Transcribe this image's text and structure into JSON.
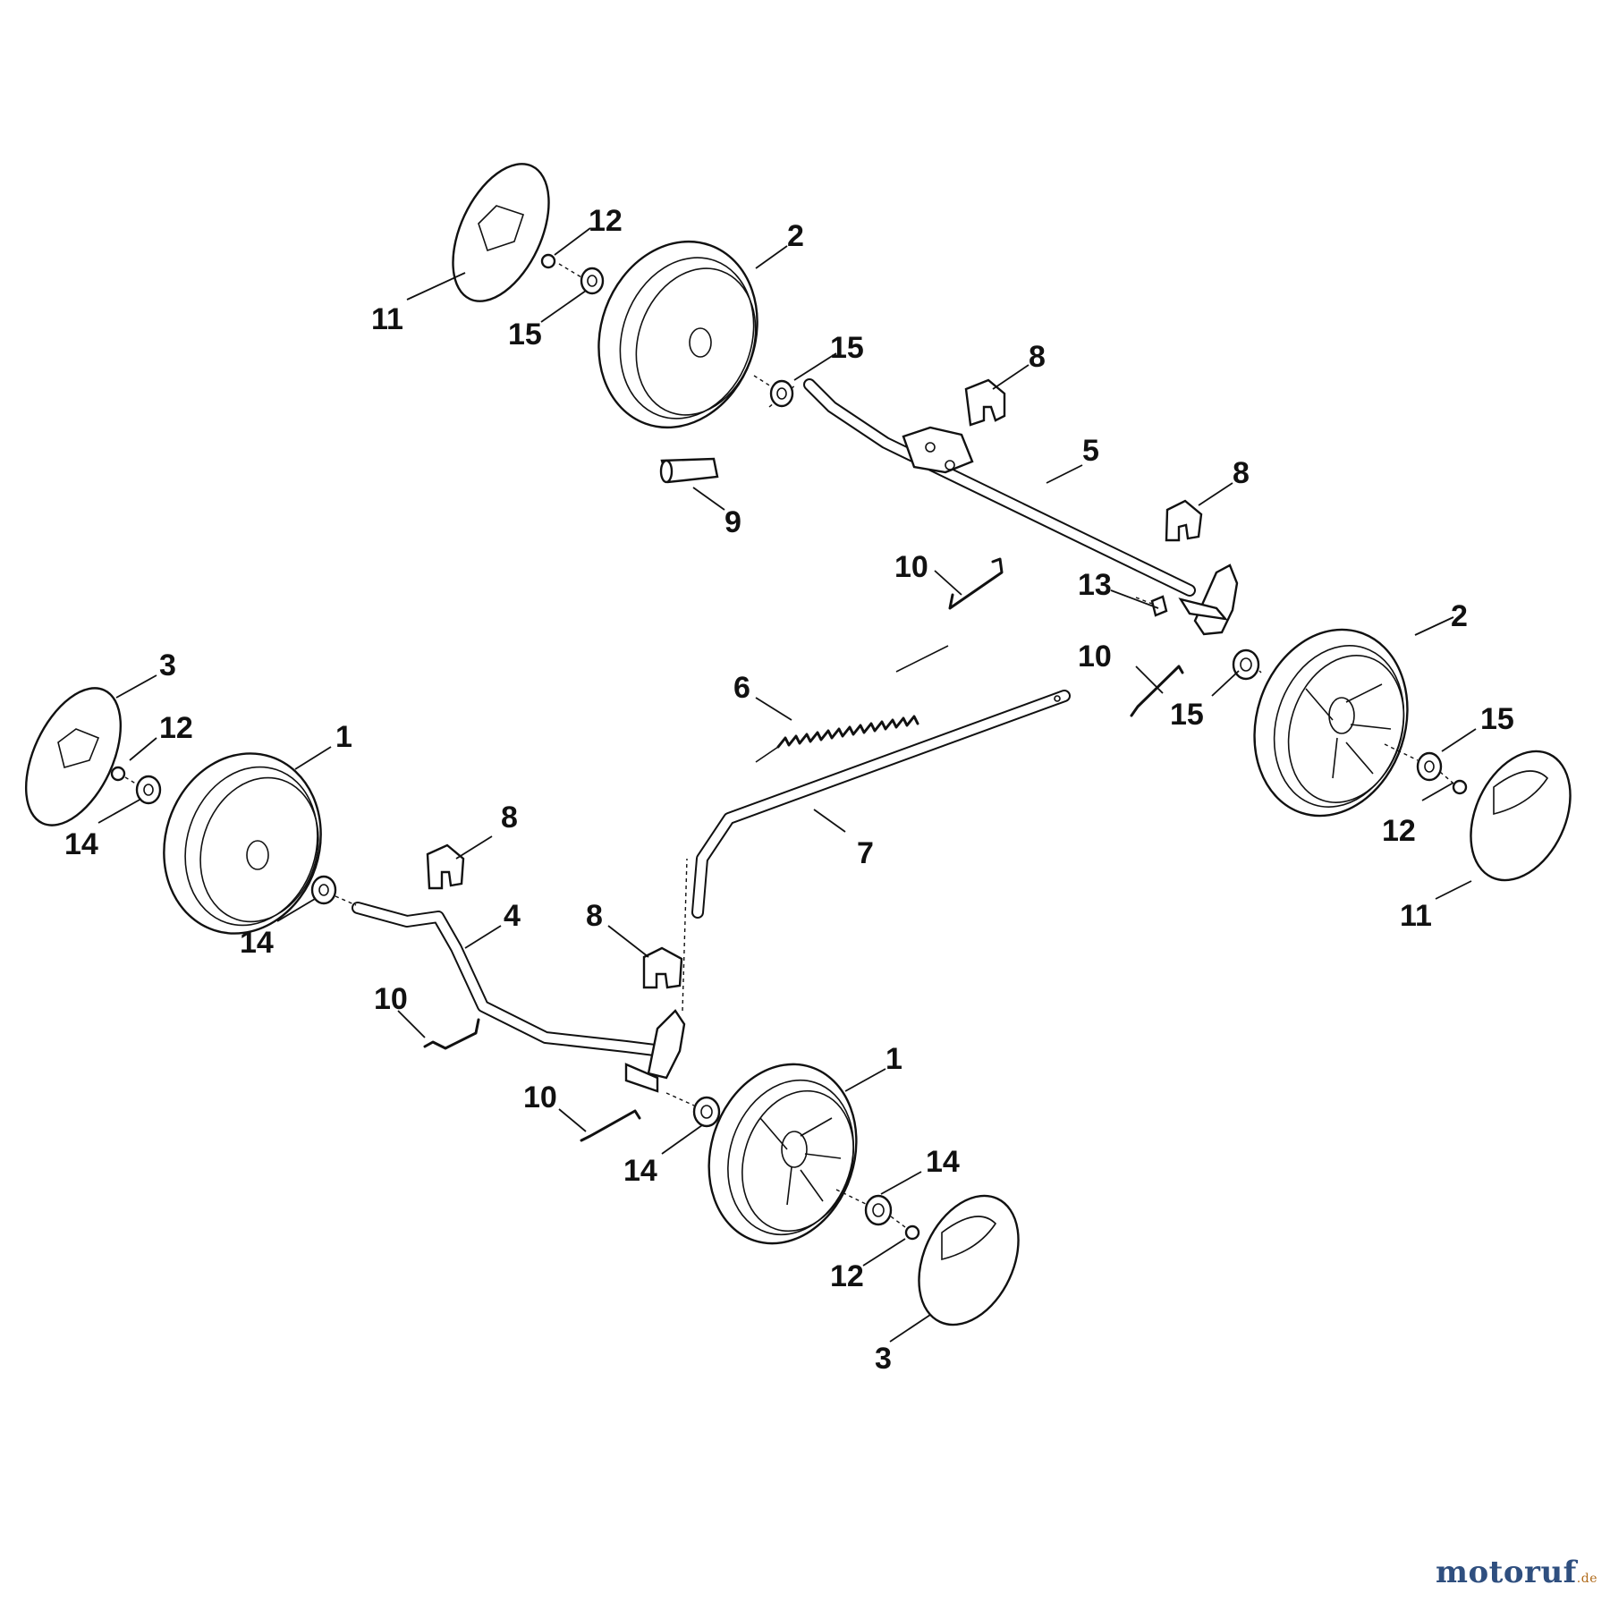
{
  "diagram": {
    "callouts": [
      {
        "id": "c-11a",
        "text": "11"
      },
      {
        "id": "c-12a",
        "text": "12"
      },
      {
        "id": "c-15a",
        "text": "15"
      },
      {
        "id": "c-2a",
        "text": "2"
      },
      {
        "id": "c-15b",
        "text": "15"
      },
      {
        "id": "c-8a",
        "text": "8"
      },
      {
        "id": "c-5",
        "text": "5"
      },
      {
        "id": "c-8b",
        "text": "8"
      },
      {
        "id": "c-9",
        "text": "9"
      },
      {
        "id": "c-10a",
        "text": "10"
      },
      {
        "id": "c-13",
        "text": "13"
      },
      {
        "id": "c-2b",
        "text": "2"
      },
      {
        "id": "c-10b",
        "text": "10"
      },
      {
        "id": "c-15c",
        "text": "15"
      },
      {
        "id": "c-15d",
        "text": "15"
      },
      {
        "id": "c-12b",
        "text": "12"
      },
      {
        "id": "c-11b",
        "text": "11"
      },
      {
        "id": "c-6",
        "text": "6"
      },
      {
        "id": "c-7",
        "text": "7"
      },
      {
        "id": "c-3a",
        "text": "3"
      },
      {
        "id": "c-12c",
        "text": "12"
      },
      {
        "id": "c-1a",
        "text": "1"
      },
      {
        "id": "c-14a",
        "text": "14"
      },
      {
        "id": "c-14b",
        "text": "14"
      },
      {
        "id": "c-8c",
        "text": "8"
      },
      {
        "id": "c-4",
        "text": "4"
      },
      {
        "id": "c-8d",
        "text": "8"
      },
      {
        "id": "c-10c",
        "text": "10"
      },
      {
        "id": "c-10d",
        "text": "10"
      },
      {
        "id": "c-1b",
        "text": "1"
      },
      {
        "id": "c-14c",
        "text": "14"
      },
      {
        "id": "c-14d",
        "text": "14"
      },
      {
        "id": "c-12d",
        "text": "12"
      },
      {
        "id": "c-3b",
        "text": "3"
      }
    ]
  },
  "watermark": {
    "brand": "motoruf",
    "suffix": ".de"
  }
}
